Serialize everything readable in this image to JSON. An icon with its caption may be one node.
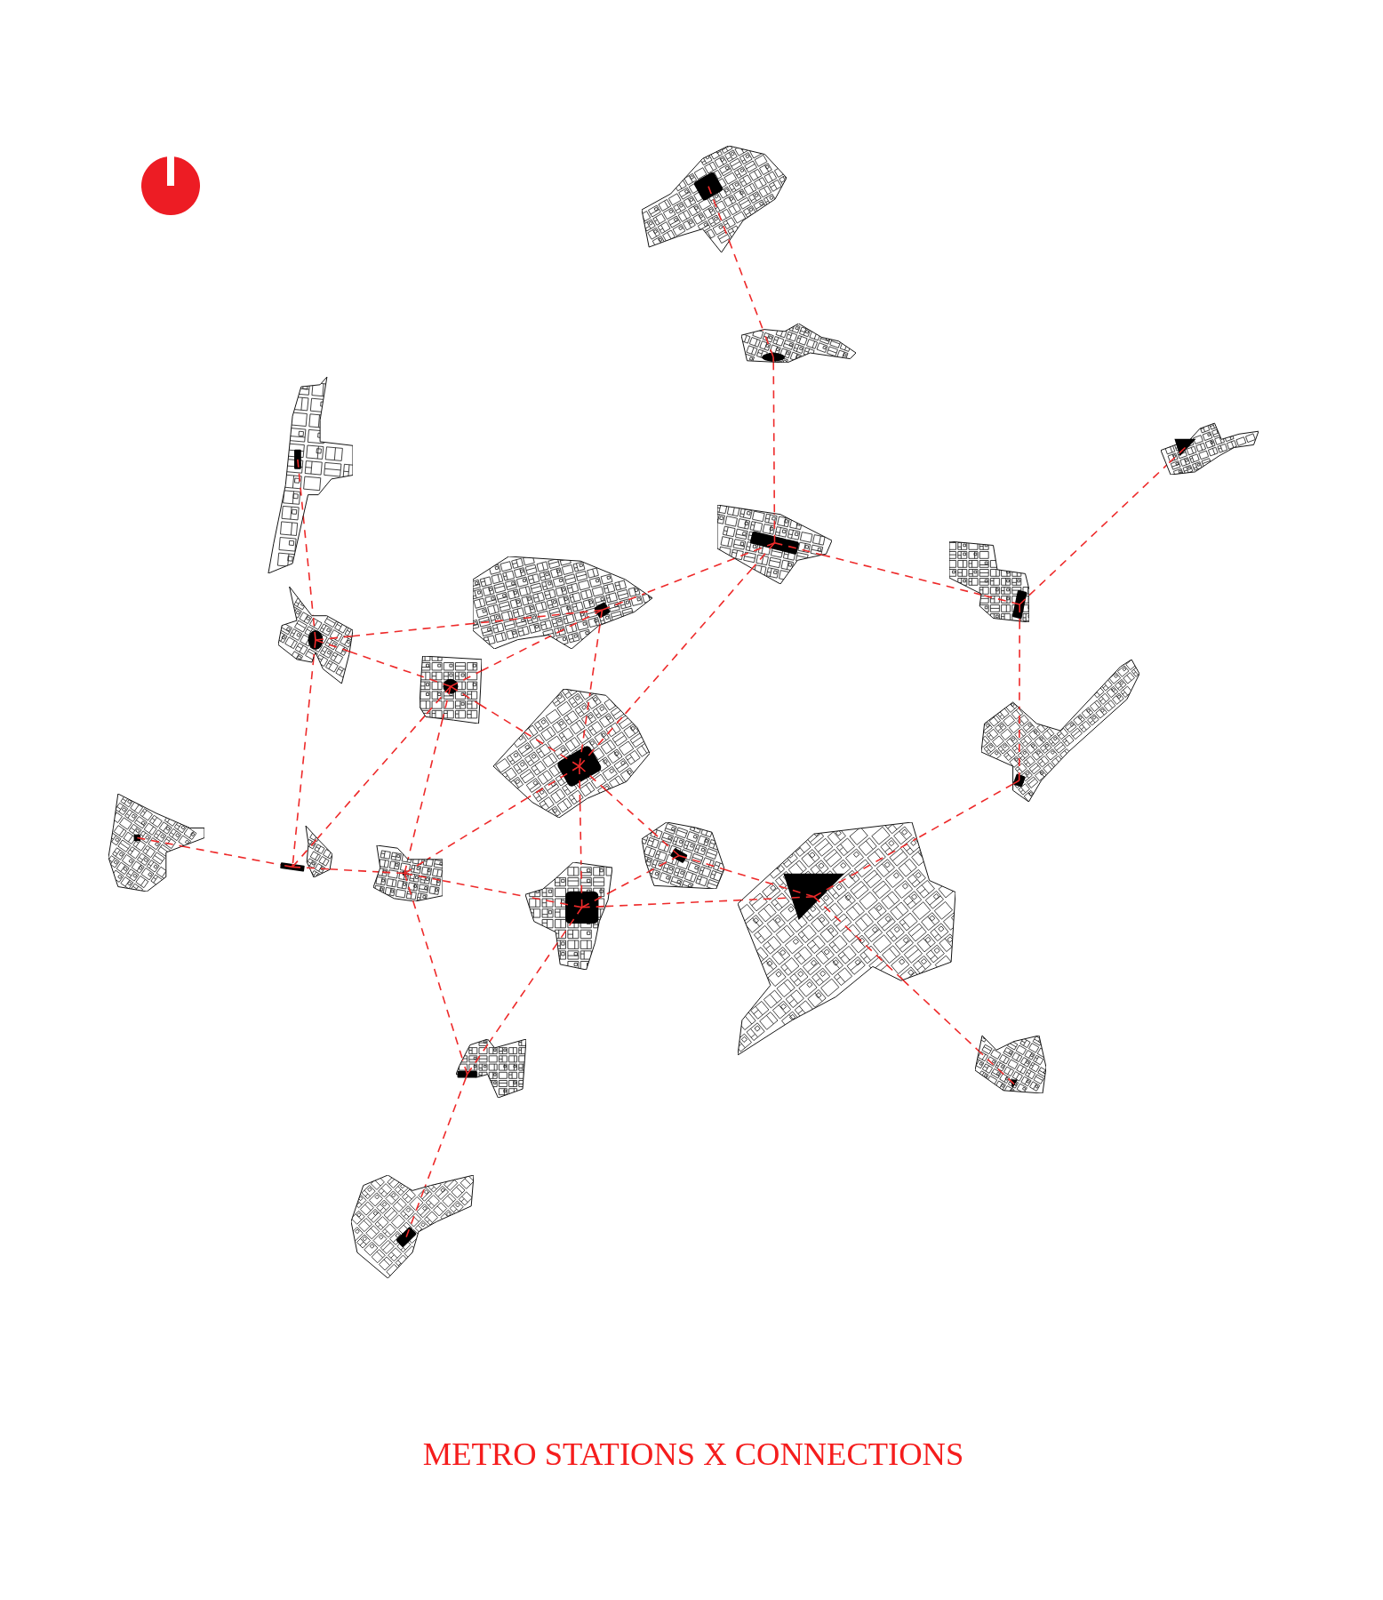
{
  "diagram": {
    "title": "METRO STATIONS X CONNECTIONS",
    "nodes": [
      {
        "text": [],
        "shape": "picture"
      },
      {
        "text": [],
        "shape": "picture"
      },
      {
        "text": [],
        "shape": "picture"
      },
      {
        "text": [],
        "shape": "picture"
      },
      {
        "text": [],
        "shape": "picture"
      },
      {
        "text": [],
        "shape": "picture"
      },
      {
        "text": [],
        "shape": "picture"
      },
      {
        "text": [],
        "shape": "picture"
      },
      {
        "text": [],
        "shape": "picture"
      },
      {
        "text": [],
        "shape": "picture"
      },
      {
        "text": [],
        "shape": "picture"
      },
      {
        "text": [],
        "shape": "picture"
      },
      {
        "text": [],
        "shape": "picture"
      },
      {
        "text": [],
        "shape": "picture"
      },
      {
        "text": [],
        "shape": "picture"
      },
      {
        "text": [],
        "shape": "picture"
      },
      {
        "text": [],
        "shape": "picture"
      },
      {
        "text": [],
        "shape": "picture"
      },
      {
        "text": [],
        "shape": "picture"
      },
      {
        "text": [],
        "shape": "picture"
      }
    ],
    "edges": [
      {
        "from": 0,
        "to": 1,
        "arrow": "none",
        "style": "dashed"
      },
      {
        "from": 1,
        "to": 4,
        "arrow": "none",
        "style": "dashed"
      },
      {
        "from": 4,
        "to": 5,
        "arrow": "none",
        "style": "dashed"
      },
      {
        "from": 5,
        "to": 3,
        "arrow": "none",
        "style": "dashed"
      },
      {
        "from": 5,
        "to": 9,
        "arrow": "none",
        "style": "dashed"
      },
      {
        "from": 4,
        "to": 6,
        "arrow": "none",
        "style": "dashed"
      },
      {
        "from": 4,
        "to": 10,
        "arrow": "none",
        "style": "dashed"
      },
      {
        "from": 2,
        "to": 7,
        "arrow": "none",
        "style": "dashed"
      },
      {
        "from": 7,
        "to": 6,
        "arrow": "none",
        "style": "dashed"
      },
      {
        "from": 7,
        "to": 8,
        "arrow": "none",
        "style": "dashed"
      },
      {
        "from": 8,
        "to": 6,
        "arrow": "none",
        "style": "dashed"
      },
      {
        "from": 8,
        "to": 10,
        "arrow": "none",
        "style": "dashed"
      },
      {
        "from": 6,
        "to": 10,
        "arrow": "none",
        "style": "dashed"
      },
      {
        "from": 7,
        "to": 12,
        "arrow": "none",
        "style": "dashed"
      },
      {
        "from": 8,
        "to": 12,
        "arrow": "none",
        "style": "dashed"
      },
      {
        "from": 8,
        "to": 13,
        "arrow": "none",
        "style": "dashed"
      },
      {
        "from": 11,
        "to": 12,
        "arrow": "none",
        "style": "dashed"
      },
      {
        "from": 12,
        "to": 13,
        "arrow": "none",
        "style": "dashed"
      },
      {
        "from": 10,
        "to": 13,
        "arrow": "none",
        "style": "dashed"
      },
      {
        "from": 10,
        "to": 14,
        "arrow": "none",
        "style": "dashed"
      },
      {
        "from": 10,
        "to": 15,
        "arrow": "none",
        "style": "dashed"
      },
      {
        "from": 13,
        "to": 14,
        "arrow": "none",
        "style": "dashed"
      },
      {
        "from": 14,
        "to": 15,
        "arrow": "none",
        "style": "dashed"
      },
      {
        "from": 14,
        "to": 16,
        "arrow": "none",
        "style": "dashed"
      },
      {
        "from": 15,
        "to": 16,
        "arrow": "none",
        "style": "dashed"
      },
      {
        "from": 9,
        "to": 16,
        "arrow": "none",
        "style": "dashed"
      },
      {
        "from": 16,
        "to": 18,
        "arrow": "none",
        "style": "dashed"
      },
      {
        "from": 13,
        "to": 17,
        "arrow": "none",
        "style": "dashed"
      },
      {
        "from": 14,
        "to": 17,
        "arrow": "none",
        "style": "dashed"
      },
      {
        "from": 17,
        "to": 19,
        "arrow": "none",
        "style": "dashed"
      }
    ]
  }
}
